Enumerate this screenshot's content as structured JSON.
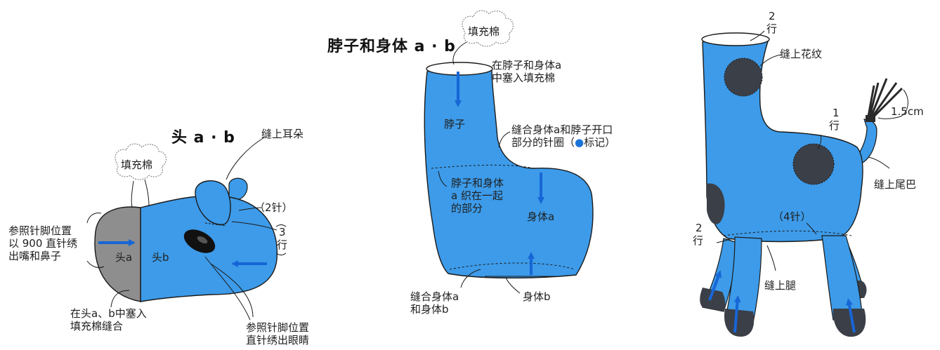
{
  "colors": {
    "body_blue": "#3d9be9",
    "head_a_gray": "#8e8e8e",
    "spot_dark": "#3b3f47",
    "arrow_blue": "#1766d6",
    "outline": "#1a1a1a"
  },
  "panel_head": {
    "title": "头 a · b",
    "stuffing_cloud": "填充棉",
    "ear_label": "缝上耳朵",
    "ear_stitch": "（2针）",
    "rows_paren_open": "（",
    "rows_num": "3",
    "rows_unit": "行",
    "rows_paren_close": "）",
    "mouth_note": [
      "参照针脚位置",
      "以 900 直针绣",
      "出嘴和鼻子"
    ],
    "head_a": "头a",
    "head_b": "头b",
    "stuff_sew_note": [
      "在头a、b中塞入",
      "填充棉缝合"
    ],
    "eye_note": [
      "参照针脚位置",
      "直针绣出眼睛"
    ]
  },
  "panel_neck": {
    "title": "脖子和身体 a · b",
    "stuffing_cloud": "填充棉",
    "stuff_note": [
      "在脖子和身体a",
      "中塞入填充棉"
    ],
    "neck": "脖子",
    "seam_note_1": "缝合身体a和脖子开口",
    "seam_note_2_pre": "部分的针圈（",
    "seam_note_2_dot": "●",
    "seam_note_2_post": "标记）",
    "knit_together": [
      "脖子和身体",
      "a 织在一起",
      "的部分"
    ],
    "body_a": "身体a",
    "join_note": [
      "缝合身体a",
      "和身体b"
    ],
    "body_b": "身体b"
  },
  "panel_full": {
    "rows_top_num": "2",
    "rows_top_unit": "行",
    "pattern_label": "缝上花纹",
    "tail_length": "1.5cm",
    "rows_mid_num": "1",
    "rows_mid_unit": "行",
    "tail_label": "缝上尾巴",
    "stitch_4": "（4针）",
    "rows_left_num": "2",
    "rows_left_unit": "行",
    "legs_label": "缝上腿"
  }
}
